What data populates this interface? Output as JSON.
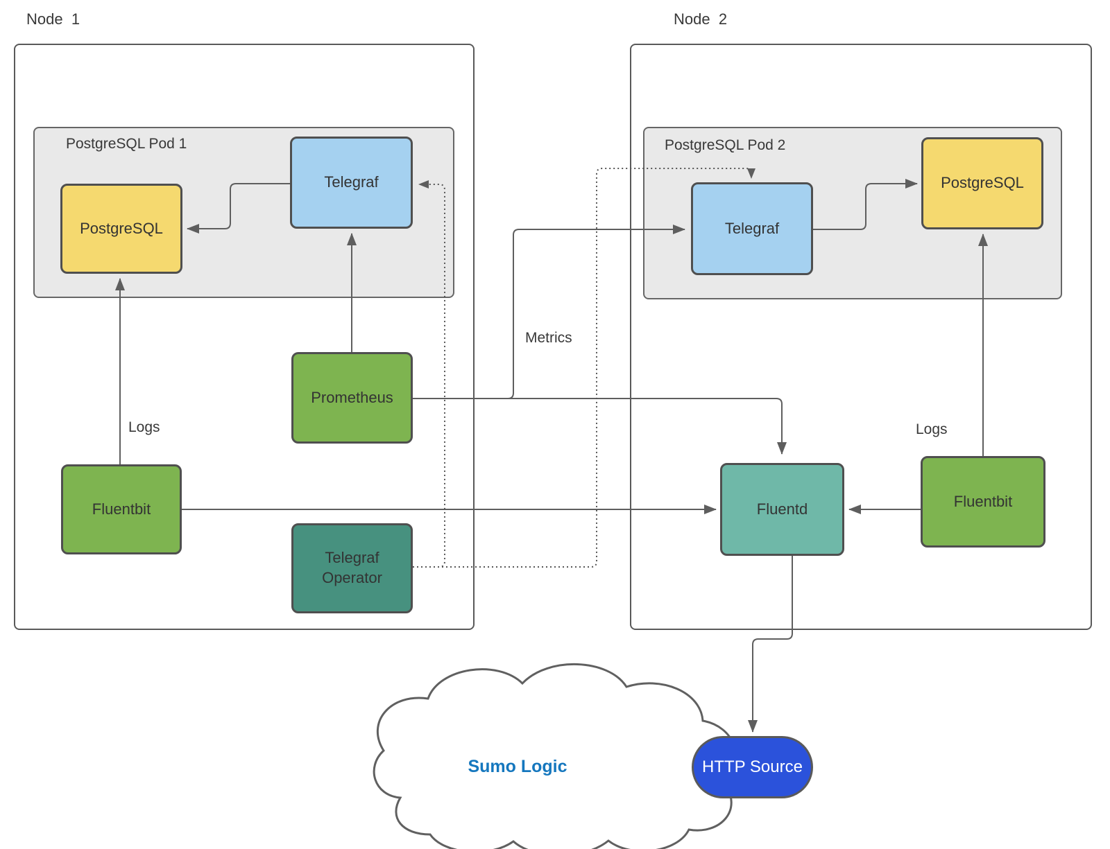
{
  "node1": {
    "label": "Node  1",
    "pod_title": "PostgreSQL Pod 1",
    "postgresql_label": "PostgreSQL",
    "telegraf_label": "Telegraf",
    "prometheus_label": "Prometheus",
    "fluentbit_label": "Fluentbit",
    "telegraf_operator_label": "Telegraf Operator",
    "logs_label": "Logs"
  },
  "node2": {
    "label": "Node  2",
    "pod_title": "PostgreSQL Pod 2",
    "telegraf_label": "Telegraf",
    "postgresql_label": "PostgreSQL",
    "fluentd_label": "Fluentd",
    "fluentbit_label": "Fluentbit",
    "logs_label": "Logs"
  },
  "metrics_label": "Metrics",
  "cloud": {
    "label": "Sumo Logic",
    "http_source_label": "HTTP Source"
  },
  "colors": {
    "postgresql_yellow": "#f5d96f",
    "telegraf_blue": "#a5d1f0",
    "green": "#7eb450",
    "telegraf_operator_teal": "#47917f",
    "fluentd_teal": "#6fb8a8",
    "http_source_blue": "#2b52db",
    "sumo_logic_text_blue": "#1577be",
    "pod_gray": "#e9e9e9",
    "line_gray": "#5e5e5e",
    "text_dark": "#383838"
  }
}
